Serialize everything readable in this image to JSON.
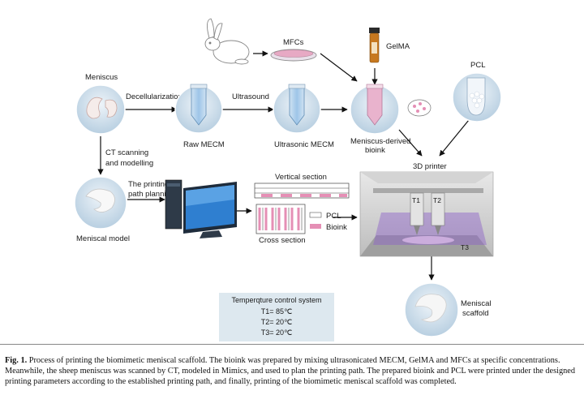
{
  "labels": {
    "meniscus": "Meniscus",
    "decellularization": "Decellularization",
    "raw_mecm": "Raw MECM",
    "ultrasound": "Ultrasound",
    "ultrasonic_mecm": "Ultrasonic MECM",
    "mfcs": "MFCs",
    "gelma": "GelMA",
    "pcl_top": "PCL",
    "bioink_line1": "Meniscus-derived",
    "bioink_line2": "bioink",
    "ct_line1": "CT scanning",
    "ct_line2": "and modelling",
    "meniscal_model": "Meniscal model",
    "path_line1": "The printing",
    "path_line2": "path planning",
    "vertical_section": "Vertical section",
    "cross_section": "Cross section",
    "legend_pcl": "PCL",
    "legend_bioink": "Bioink",
    "printer": "3D printer",
    "t1": "T1",
    "t2": "T2",
    "t3": "T3",
    "scaffold_line1": "Meniscal",
    "scaffold_line2": "scaffold"
  },
  "temperature": {
    "title": "Temperqture control system",
    "t1": "T1= 85℃",
    "t2": "T2= 20℃",
    "t3": "T3= 20℃"
  },
  "caption": {
    "label": "Fig. 1.",
    "text": "Process of printing the biomimetic meniscal scaffold. The bioink was prepared by mixing ultrasonicated MECM, GelMA and MFCs at specific concentrations. Meanwhile, the sheep meniscus was scanned by CT, modeled in Mimics, and used to plan the printing path. The prepared bioink and PCL were printed under the designed printing parameters according to the established printing path, and finally, printing of the biomimetic meniscal scaffold was completed."
  },
  "colors": {
    "bioink": "#e58fb5",
    "tube_blue": "#6fa8d8",
    "circle_bg": "#c9dcea",
    "printer_purple": "#8b5fc7",
    "arrow": "#111111"
  }
}
